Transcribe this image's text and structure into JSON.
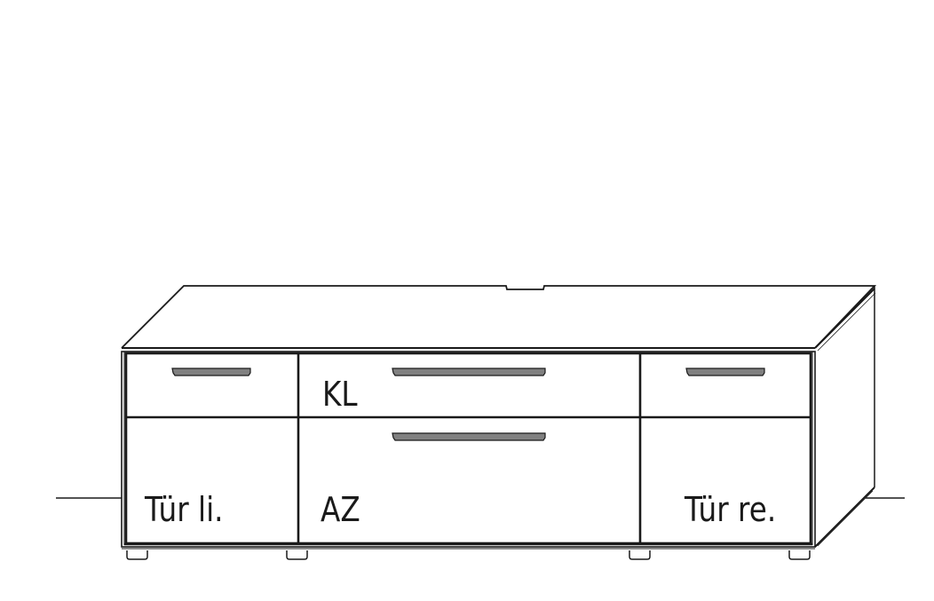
{
  "diagram": {
    "type": "furniture-line-drawing",
    "subject": "sideboard / lowboard front view",
    "colors": {
      "line": "#1a1a1a",
      "handle": "#808080",
      "background": "#ffffff"
    }
  },
  "labels": {
    "top_center": "KL",
    "bottom_left": "Tür li.",
    "bottom_center": "AZ",
    "bottom_right": "Tür re."
  }
}
